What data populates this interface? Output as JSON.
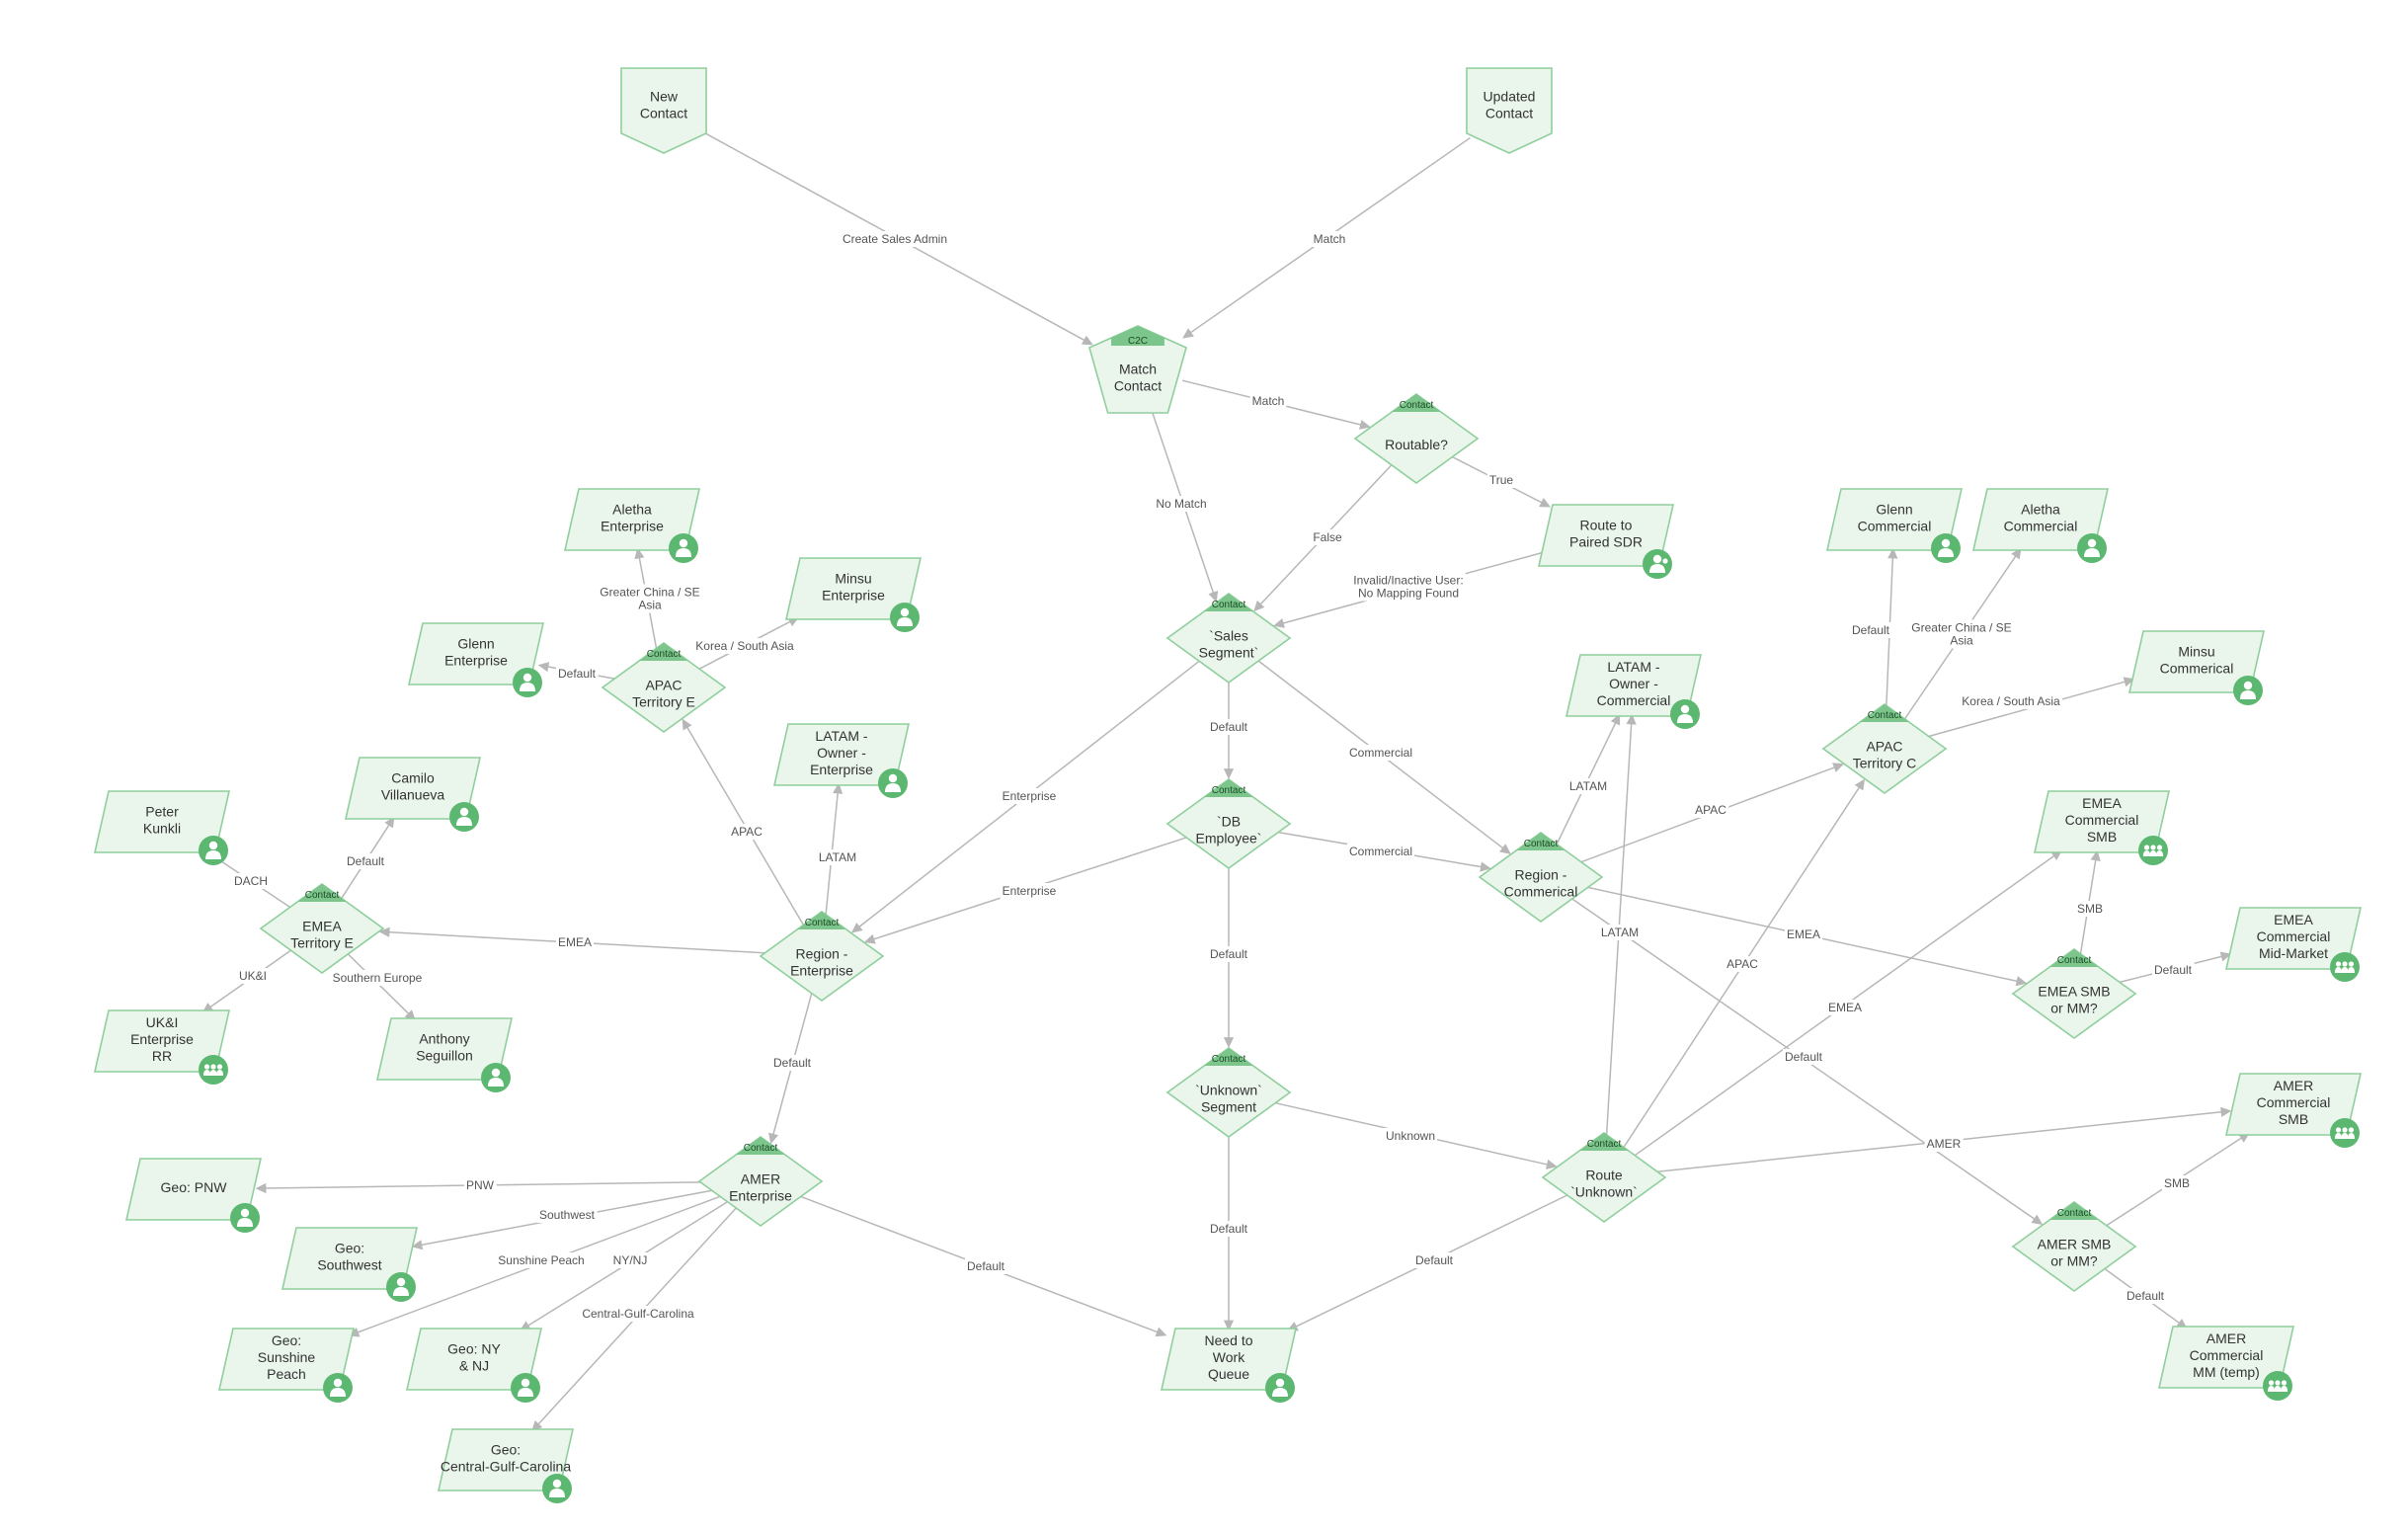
{
  "colors": {
    "node_fill": "#eaf5ec",
    "node_stroke": "#8fcf9c",
    "badge": "#7cc68c",
    "icon": "#5cb870",
    "edge": "#b7b7b7"
  },
  "nodes": [
    {
      "id": "new_contact",
      "shape": "pentagon-down",
      "lines": [
        "New",
        "Contact"
      ]
    },
    {
      "id": "updated_contact",
      "shape": "pentagon-down",
      "lines": [
        "Updated",
        "Contact"
      ]
    },
    {
      "id": "match_contact",
      "shape": "pentagon",
      "badge": "C2C",
      "lines": [
        "Match",
        "Contact"
      ]
    },
    {
      "id": "routable",
      "shape": "diamond",
      "badge": "Contact",
      "lines": [
        "Routable?"
      ]
    },
    {
      "id": "route_paired_sdr",
      "shape": "parallelogram",
      "icon": "group-check-icon",
      "lines": [
        "Route to",
        "Paired SDR"
      ]
    },
    {
      "id": "sales_segment",
      "shape": "diamond",
      "badge": "Contact",
      "lines": [
        "`Sales",
        "Segment`"
      ]
    },
    {
      "id": "db_employee",
      "shape": "diamond",
      "badge": "Contact",
      "lines": [
        "`DB",
        "Employee`"
      ]
    },
    {
      "id": "unknown_segment",
      "shape": "diamond",
      "badge": "Contact",
      "lines": [
        "`Unknown`",
        "Segment"
      ]
    },
    {
      "id": "need_work_queue",
      "shape": "parallelogram",
      "icon": "user-check-icon",
      "lines": [
        "Need to",
        "Work",
        "Queue"
      ]
    },
    {
      "id": "region_enterprise",
      "shape": "diamond",
      "badge": "Contact",
      "lines": [
        "Region -",
        "Enterprise"
      ]
    },
    {
      "id": "region_commerical",
      "shape": "diamond",
      "badge": "Contact",
      "lines": [
        "Region -",
        "Commerical"
      ]
    },
    {
      "id": "route_unknown",
      "shape": "diamond",
      "badge": "Contact",
      "lines": [
        "Route",
        "`Unknown`"
      ]
    },
    {
      "id": "apac_territory_e",
      "shape": "diamond",
      "badge": "Contact",
      "lines": [
        "APAC",
        "Territory E"
      ]
    },
    {
      "id": "emea_territory_e",
      "shape": "diamond",
      "badge": "Contact",
      "lines": [
        "EMEA",
        "Territory E"
      ]
    },
    {
      "id": "amer_enterprise",
      "shape": "diamond",
      "badge": "Contact",
      "lines": [
        "AMER",
        "Enterprise"
      ]
    },
    {
      "id": "apac_territory_c",
      "shape": "diamond",
      "badge": "Contact",
      "lines": [
        "APAC",
        "Territory C"
      ]
    },
    {
      "id": "emea_smb_mm",
      "shape": "diamond",
      "badge": "Contact",
      "lines": [
        "EMEA SMB",
        "or MM?"
      ]
    },
    {
      "id": "amer_smb_mm",
      "shape": "diamond",
      "badge": "Contact",
      "lines": [
        "AMER SMB",
        "or MM?"
      ]
    },
    {
      "id": "aletha_enterprise",
      "shape": "parallelogram",
      "icon": "user-check-icon",
      "lines": [
        "Aletha",
        "Enterprise"
      ]
    },
    {
      "id": "minsu_enterprise",
      "shape": "parallelogram",
      "icon": "user-check-icon",
      "lines": [
        "Minsu",
        "Enterprise"
      ]
    },
    {
      "id": "glenn_enterprise",
      "shape": "parallelogram",
      "icon": "user-check-icon",
      "lines": [
        "Glenn",
        "Enterprise"
      ]
    },
    {
      "id": "latam_owner_enterprise",
      "shape": "parallelogram",
      "icon": "user-check-icon",
      "lines": [
        "LATAM -",
        "Owner -",
        "Enterprise"
      ]
    },
    {
      "id": "camilo_villanueva",
      "shape": "parallelogram",
      "icon": "user-check-icon",
      "lines": [
        "Camilo",
        "Villanueva"
      ]
    },
    {
      "id": "peter_kunkli",
      "shape": "parallelogram",
      "icon": "user-check-icon",
      "lines": [
        "Peter",
        "Kunkli"
      ]
    },
    {
      "id": "uki_enterprise_rr",
      "shape": "parallelogram",
      "icon": "group-icon",
      "lines": [
        "UK&I",
        "Enterprise",
        "RR"
      ]
    },
    {
      "id": "anthony_seguillon",
      "shape": "parallelogram",
      "icon": "user-check-icon",
      "lines": [
        "Anthony",
        "Seguillon"
      ]
    },
    {
      "id": "geo_pnw",
      "shape": "parallelogram",
      "icon": "user-check-icon",
      "lines": [
        "Geo: PNW"
      ]
    },
    {
      "id": "geo_southwest",
      "shape": "parallelogram",
      "icon": "user-check-icon",
      "lines": [
        "Geo:",
        "Southwest"
      ]
    },
    {
      "id": "geo_sunshine_peach",
      "shape": "parallelogram",
      "icon": "user-check-icon",
      "lines": [
        "Geo:",
        "Sunshine",
        "Peach"
      ]
    },
    {
      "id": "geo_ny_nj",
      "shape": "parallelogram",
      "icon": "user-check-icon",
      "lines": [
        "Geo: NY",
        "& NJ"
      ]
    },
    {
      "id": "geo_central_gulf_carolina",
      "shape": "parallelogram",
      "icon": "user-check-icon",
      "lines": [
        "Geo:",
        "Central-Gulf-Carolina"
      ]
    },
    {
      "id": "glenn_commercial",
      "shape": "parallelogram",
      "icon": "user-check-icon",
      "lines": [
        "Glenn",
        "Commercial"
      ]
    },
    {
      "id": "aletha_commercial",
      "shape": "parallelogram",
      "icon": "user-check-icon",
      "lines": [
        "Aletha",
        "Commercial"
      ]
    },
    {
      "id": "minsu_commerical",
      "shape": "parallelogram",
      "icon": "user-check-icon",
      "lines": [
        "Minsu",
        "Commerical"
      ]
    },
    {
      "id": "latam_owner_commercial",
      "shape": "parallelogram",
      "icon": "user-check-icon",
      "lines": [
        "LATAM -",
        "Owner -",
        "Commercial"
      ]
    },
    {
      "id": "emea_commercial_smb",
      "shape": "parallelogram",
      "icon": "group-icon",
      "lines": [
        "EMEA",
        "Commercial",
        "SMB"
      ]
    },
    {
      "id": "emea_commercial_midmarket",
      "shape": "parallelogram",
      "icon": "group-icon",
      "lines": [
        "EMEA",
        "Commercial",
        "Mid-Market"
      ]
    },
    {
      "id": "amer_commercial_smb",
      "shape": "parallelogram",
      "icon": "group-icon",
      "lines": [
        "AMER",
        "Commercial",
        "SMB"
      ]
    },
    {
      "id": "amer_commercial_mm_temp",
      "shape": "parallelogram",
      "icon": "group-icon",
      "lines": [
        "AMER",
        "Commercial",
        "MM (temp)"
      ]
    }
  ],
  "edges": [
    {
      "from": "new_contact",
      "to": "match_contact",
      "label": [
        "Create Sales Admin"
      ]
    },
    {
      "from": "updated_contact",
      "to": "match_contact",
      "label": [
        "Match"
      ]
    },
    {
      "from": "match_contact",
      "to": "routable",
      "label": [
        "Match"
      ]
    },
    {
      "from": "match_contact",
      "to": "sales_segment",
      "label": [
        "No Match"
      ]
    },
    {
      "from": "routable",
      "to": "route_paired_sdr",
      "label": [
        "True"
      ]
    },
    {
      "from": "routable",
      "to": "sales_segment",
      "label": [
        "False"
      ]
    },
    {
      "from": "route_paired_sdr",
      "to": "sales_segment",
      "label": [
        "Invalid/Inactive User:",
        "No Mapping Found"
      ]
    },
    {
      "from": "sales_segment",
      "to": "db_employee",
      "label": [
        "Default"
      ]
    },
    {
      "from": "sales_segment",
      "to": "region_enterprise",
      "label": [
        "Enterprise"
      ]
    },
    {
      "from": "sales_segment",
      "to": "region_commerical",
      "label": [
        "Commercial"
      ]
    },
    {
      "from": "db_employee",
      "to": "region_enterprise",
      "label": [
        "Enterprise"
      ]
    },
    {
      "from": "db_employee",
      "to": "region_commerical",
      "label": [
        "Commercial"
      ]
    },
    {
      "from": "db_employee",
      "to": "unknown_segment",
      "label": [
        "Default"
      ]
    },
    {
      "from": "unknown_segment",
      "to": "need_work_queue",
      "label": [
        "Default"
      ]
    },
    {
      "from": "unknown_segment",
      "to": "route_unknown",
      "label": [
        "Unknown"
      ]
    },
    {
      "from": "region_enterprise",
      "to": "apac_territory_e",
      "label": [
        "APAC"
      ]
    },
    {
      "from": "region_enterprise",
      "to": "latam_owner_enterprise",
      "label": [
        "LATAM"
      ]
    },
    {
      "from": "region_enterprise",
      "to": "emea_territory_e",
      "label": [
        "EMEA"
      ]
    },
    {
      "from": "region_enterprise",
      "to": "amer_enterprise",
      "label": [
        "Default"
      ]
    },
    {
      "from": "apac_territory_e",
      "to": "aletha_enterprise",
      "label": [
        "Greater China / SE",
        "Asia"
      ]
    },
    {
      "from": "apac_territory_e",
      "to": "minsu_enterprise",
      "label": [
        "Korea / South Asia"
      ]
    },
    {
      "from": "apac_territory_e",
      "to": "glenn_enterprise",
      "label": [
        "Default"
      ]
    },
    {
      "from": "emea_territory_e",
      "to": "camilo_villanueva",
      "label": [
        "Default"
      ]
    },
    {
      "from": "emea_territory_e",
      "to": "peter_kunkli",
      "label": [
        "DACH"
      ]
    },
    {
      "from": "emea_territory_e",
      "to": "uki_enterprise_rr",
      "label": [
        "UK&I"
      ]
    },
    {
      "from": "emea_territory_e",
      "to": "anthony_seguillon",
      "label": [
        "Southern Europe"
      ]
    },
    {
      "from": "amer_enterprise",
      "to": "geo_pnw",
      "label": [
        "PNW"
      ]
    },
    {
      "from": "amer_enterprise",
      "to": "geo_southwest",
      "label": [
        "Southwest"
      ]
    },
    {
      "from": "amer_enterprise",
      "to": "geo_sunshine_peach",
      "label": [
        "Sunshine Peach"
      ]
    },
    {
      "from": "amer_enterprise",
      "to": "geo_ny_nj",
      "label": [
        "NY/NJ"
      ]
    },
    {
      "from": "amer_enterprise",
      "to": "geo_central_gulf_carolina",
      "label": [
        "Central-Gulf-Carolina"
      ]
    },
    {
      "from": "amer_enterprise",
      "to": "need_work_queue",
      "label": [
        "Default"
      ]
    },
    {
      "from": "route_unknown",
      "to": "need_work_queue",
      "label": [
        "Default"
      ]
    },
    {
      "from": "route_unknown",
      "to": "latam_owner_commercial",
      "label": [
        "LATAM"
      ]
    },
    {
      "from": "route_unknown",
      "to": "apac_territory_c",
      "label": [
        "APAC"
      ]
    },
    {
      "from": "route_unknown",
      "to": "emea_commercial_smb",
      "label": [
        "EMEA"
      ]
    },
    {
      "from": "route_unknown",
      "to": "amer_commercial_smb",
      "label": [
        "AMER"
      ]
    },
    {
      "from": "region_commerical",
      "to": "latam_owner_commercial",
      "label": [
        "LATAM"
      ]
    },
    {
      "from": "region_commerical",
      "to": "apac_territory_c",
      "label": [
        "APAC"
      ]
    },
    {
      "from": "region_commerical",
      "to": "emea_smb_mm",
      "label": [
        "EMEA"
      ]
    },
    {
      "from": "region_commerical",
      "to": "amer_smb_mm",
      "label": [
        "Default"
      ]
    },
    {
      "from": "apac_territory_c",
      "to": "glenn_commercial",
      "label": [
        "Default"
      ]
    },
    {
      "from": "apac_territory_c",
      "to": "aletha_commercial",
      "label": [
        "Greater China / SE",
        "Asia"
      ]
    },
    {
      "from": "apac_territory_c",
      "to": "minsu_commerical",
      "label": [
        "Korea / South Asia"
      ]
    },
    {
      "from": "emea_smb_mm",
      "to": "emea_commercial_smb",
      "label": [
        "SMB"
      ]
    },
    {
      "from": "emea_smb_mm",
      "to": "emea_commercial_midmarket",
      "label": [
        "Default"
      ]
    },
    {
      "from": "amer_smb_mm",
      "to": "amer_commercial_smb",
      "label": [
        "SMB"
      ]
    },
    {
      "from": "amer_smb_mm",
      "to": "amer_commercial_mm_temp",
      "label": [
        "Default"
      ]
    }
  ]
}
